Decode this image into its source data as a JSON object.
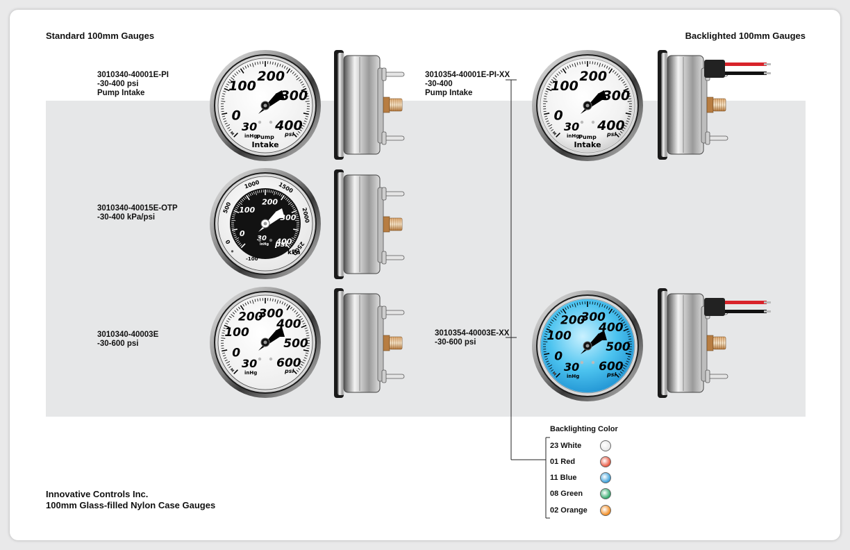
{
  "titles": {
    "standard": "Standard 100mm Gauges",
    "backlighted": "Backlighted 100mm Gauges"
  },
  "labels": {
    "std1": [
      "3010340-40001E-PI",
      "-30-400 psi",
      "Pump Intake"
    ],
    "std2": [
      "3010340-40015E-OTP",
      "-30-400 kPa/psi"
    ],
    "std3": [
      "3010340-40003E",
      "-30-600 psi"
    ],
    "bl1": [
      "3010354-40001E-PI-XX",
      "-30-400",
      "Pump Intake"
    ],
    "bl2": [
      "3010354-40003E-XX",
      "-30-600 psi"
    ]
  },
  "gauges": {
    "pump_intake": {
      "scale": [
        "0",
        "100",
        "200",
        "300",
        "400"
      ],
      "vac": "30",
      "vac_unit": "inHg",
      "unit": "psi",
      "label_small": "Pump",
      "label_big": "Intake"
    },
    "kpa": {
      "psi_scale": [
        "0",
        "100",
        "200",
        "300",
        "400"
      ],
      "vac": "30",
      "vac_unit": "inHg",
      "unit": "psi",
      "kpa_scale": [
        "-100",
        "0",
        "500",
        "1000",
        "1500",
        "2000",
        "2500"
      ],
      "kpa_unit": "kPa"
    },
    "psi600": {
      "scale": [
        "0",
        "100",
        "200",
        "300",
        "400",
        "500",
        "600"
      ],
      "vac": "30",
      "vac_unit": "inHg",
      "unit": "psi"
    }
  },
  "legend": {
    "title": "Backlighting Color",
    "items": [
      {
        "label": "23 White",
        "color": "#e8e8e8"
      },
      {
        "label": "01 Red",
        "color": "#e8563f"
      },
      {
        "label": "11 Blue",
        "color": "#3a9fd9"
      },
      {
        "label": "08 Green",
        "color": "#2fa86a"
      },
      {
        "label": "02 Orange",
        "color": "#f28a1e"
      }
    ]
  },
  "footer": {
    "line1": "Innovative Controls Inc.",
    "line2": "100mm Glass-filled Nylon Case Gauges"
  }
}
